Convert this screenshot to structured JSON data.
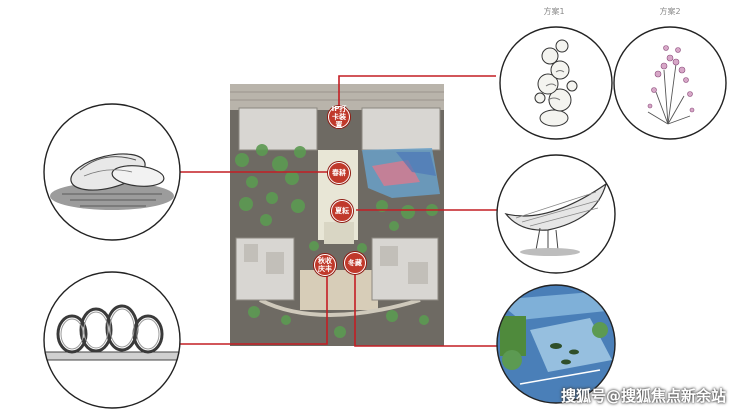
{
  "scheme_labels": [
    "方案1",
    "方案2"
  ],
  "nodes": {
    "checkin": "IP打卡装置",
    "spring": "春耕",
    "summer": "夏耘",
    "autumn": "秋收庆丰",
    "winter": "冬藏"
  },
  "watermark": "搜狐号@搜狐焦点新余站",
  "colors": {
    "connector": "#c41e24",
    "node_fill": "#c0392b",
    "plan_ground": "#6e6a63",
    "plaza": "#e8e6d6",
    "tree": "#5c9a52",
    "water": "#6aa0c8"
  }
}
